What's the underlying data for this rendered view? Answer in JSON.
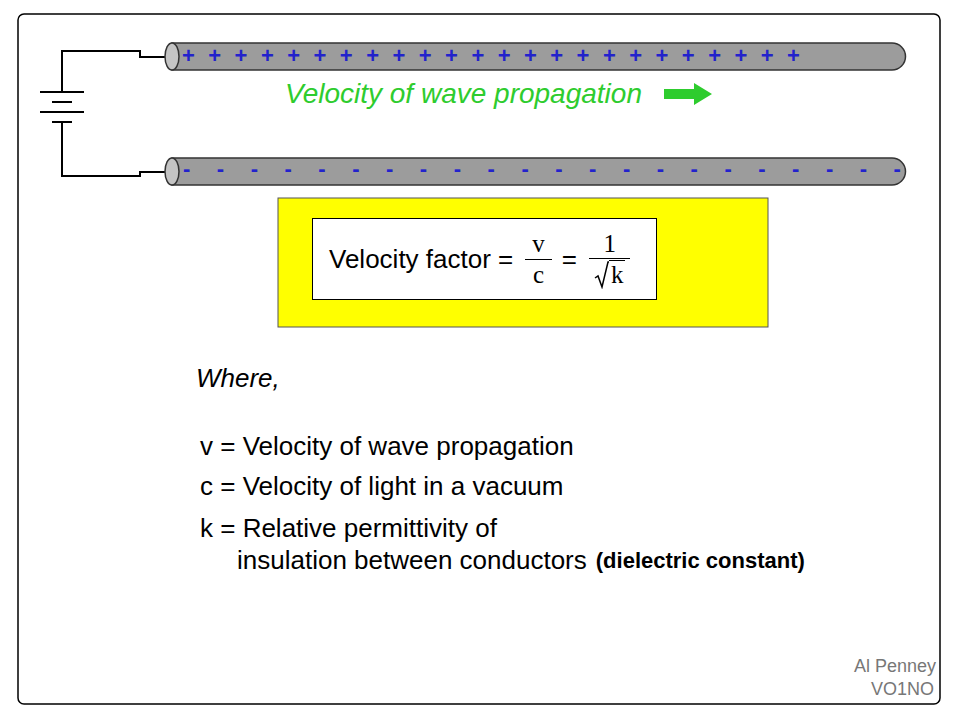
{
  "diagram": {
    "nodes": [
      {
        "text": [
          "Velocity factor =",
          "v",
          "c",
          "=",
          "1",
          "k"
        ]
      }
    ],
    "labels": [
      "++++++++++++++++++++++++",
      "- - - - - - - - - - - - - - - - - - - - - -",
      "Velocity of wave propagation",
      "Where,",
      "v = Velocity of wave propagation",
      "c = Velocity of light in a vacuum",
      "k = Relative permittivity of insulation between conductors",
      "(dielectric constant)",
      "Al Penney",
      "VO1NO"
    ]
  }
}
